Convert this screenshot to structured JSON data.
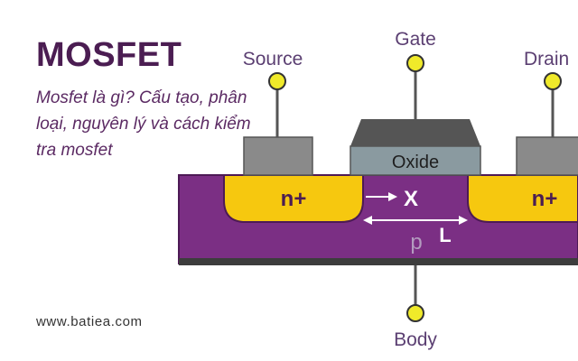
{
  "title": "MOSFET",
  "subtitle": "Mosfet là gì? Cấu tạo, phân loại, nguyên lý và cách kiểm tra mosfet",
  "website": "www.batiea.com",
  "diagram": {
    "terminals": {
      "source": "Source",
      "gate": "Gate",
      "drain": "Drain",
      "body": "Body"
    },
    "oxide": "Oxide",
    "n_left": "n+",
    "n_right": "n+",
    "x_label": "X",
    "l_label": "L",
    "p_label": "p"
  },
  "colors": {
    "title": "#4b1d52",
    "substrate": "#7b2f84",
    "n_region": "#f6c80f",
    "oxide": "#8a9aa0",
    "contact": "#8a8a8a",
    "gate_metal": "#555555",
    "terminal": "#f0ea2a"
  }
}
